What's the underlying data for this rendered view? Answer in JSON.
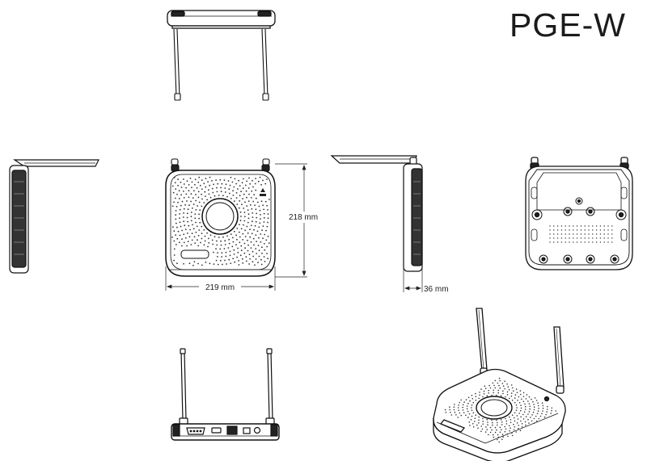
{
  "title": "PGE-W",
  "dimensions": {
    "width": "219 mm",
    "height": "218 mm",
    "depth": "36 mm"
  }
}
